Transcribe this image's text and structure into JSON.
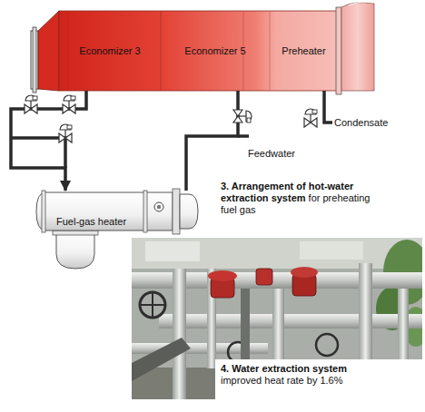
{
  "diagram": {
    "nodes": [
      {
        "text": [
          "Economizer 3"
        ]
      },
      {
        "text": [
          "Economizer 5"
        ]
      },
      {
        "text": [
          "Preheater"
        ]
      },
      {
        "text": [
          "Fuel-gas heater"
        ]
      }
    ],
    "edges": [
      {
        "from": 0,
        "to": 3,
        "arrow": "to"
      },
      {
        "from": 3,
        "to": 1,
        "arrow": "none"
      }
    ],
    "labels": [
      "Feedwater",
      "Condensate",
      "3. Arrangement of hot-water extraction system",
      "for preheating fuel gas",
      "4. Water extraction system",
      "improved heat rate by 1.6%"
    ]
  }
}
